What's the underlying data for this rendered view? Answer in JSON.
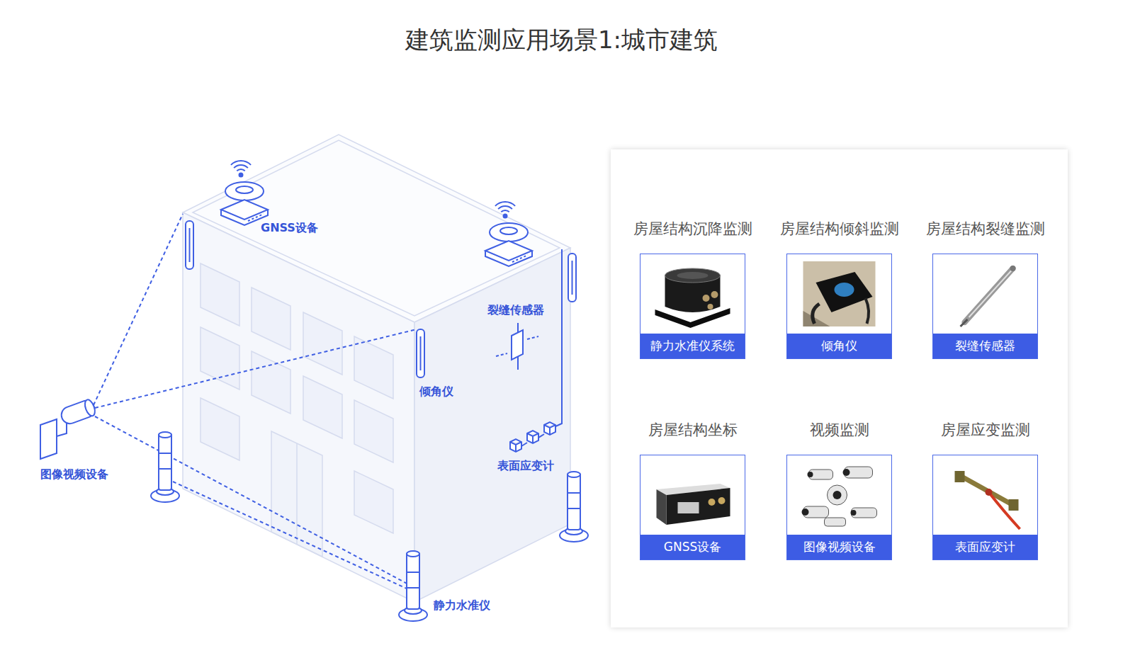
{
  "diagram": {
    "title": "建筑监测应用场景1:城市建筑",
    "nodes": [
      {
        "text": [
          "房屋结构沉降监测",
          "静力水准仪系统"
        ]
      },
      {
        "text": [
          "房屋结构倾斜监测",
          "倾角仪"
        ]
      },
      {
        "text": [
          "房屋结构裂缝监测",
          "裂缝传感器"
        ]
      },
      {
        "text": [
          "房屋结构坐标",
          "GNSS设备"
        ]
      },
      {
        "text": [
          "视频监测",
          "图像视频设备"
        ]
      },
      {
        "text": [
          "房屋应变监测",
          "表面应变计"
        ]
      }
    ],
    "labels": [
      "GNSS设备",
      "倾角仪",
      "裂缝传感器",
      "表面应变计",
      "图像视频设备",
      "静力水准仪"
    ]
  }
}
